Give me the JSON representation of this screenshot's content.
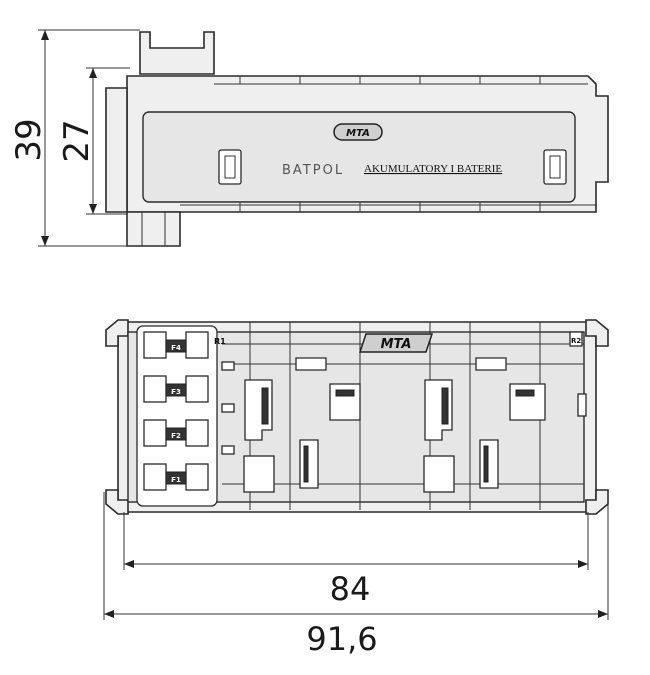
{
  "dimensions": {
    "side_height": "39",
    "side_inner_height": "27",
    "inner_width": "84",
    "overall_width": "91,6"
  },
  "logos": {
    "manufacturer": "MTA"
  },
  "watermark": {
    "brand": "BATPOL",
    "tagline": "AKUMULATORY I BATERIE"
  },
  "fuse_slots": [
    "F4",
    "F3",
    "F2",
    "F1"
  ],
  "relay_markers": [
    "R1",
    "R2"
  ]
}
